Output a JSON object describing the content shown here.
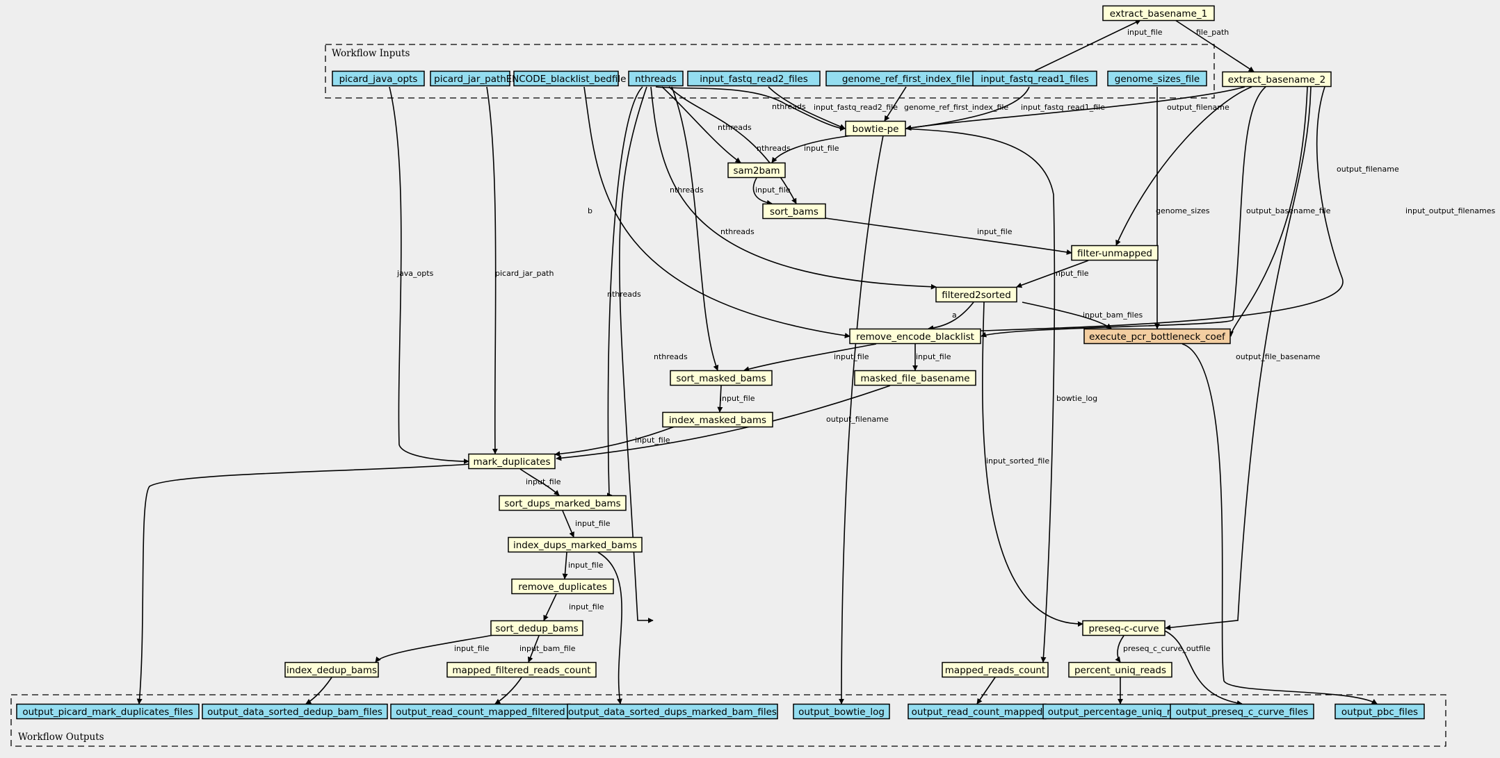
{
  "clusters": {
    "inputs": "Workflow Inputs",
    "outputs": "Workflow Outputs"
  },
  "colors": {
    "input": "#94ddf0",
    "step": "#ffffd8",
    "highlight": "#f3cea1",
    "output": "#94ddf0",
    "background": "#eeeeee"
  },
  "nodes": {
    "extract_basename_1": "extract_basename_1",
    "extract_basename_2": "extract_basename_2",
    "picard_java_opts": "picard_java_opts",
    "picard_jar_path": "picard_jar_path",
    "ENCODE_blacklist_bedfile": "ENCODE_blacklist_bedfile",
    "nthreads": "nthreads",
    "input_fastq_read2_files": "input_fastq_read2_files",
    "genome_ref_first_index_file": "genome_ref_first_index_file",
    "input_fastq_read1_files": "input_fastq_read1_files",
    "genome_sizes_file": "genome_sizes_file",
    "bowtie_pe": "bowtie-pe",
    "sam2bam": "sam2bam",
    "sort_bams": "sort_bams",
    "filter_unmapped": "filter-unmapped",
    "filtered2sorted": "filtered2sorted",
    "remove_encode_blacklist": "remove_encode_blacklist",
    "execute_pcr_bottleneck_coef": "execute_pcr_bottleneck_coef",
    "sort_masked_bams": "sort_masked_bams",
    "masked_file_basename": "masked_file_basename",
    "index_masked_bams": "index_masked_bams",
    "mark_duplicates": "mark_duplicates",
    "sort_dups_marked_bams": "sort_dups_marked_bams",
    "index_dups_marked_bams": "index_dups_marked_bams",
    "remove_duplicates": "remove_duplicates",
    "sort_dedup_bams": "sort_dedup_bams",
    "index_dedup_bams": "index_dedup_bams",
    "mapped_filtered_reads_count": "mapped_filtered_reads_count",
    "mapped_reads_count": "mapped_reads_count",
    "preseq_c_curve": "preseq-c-curve",
    "percent_uniq_reads": "percent_uniq_reads",
    "output_picard_mark_duplicates_files": "output_picard_mark_duplicates_files",
    "output_data_sorted_dedup_bam_files": "output_data_sorted_dedup_bam_files",
    "output_read_count_mapped_filtered": "output_read_count_mapped_filtered",
    "output_data_sorted_dups_marked_bam_files": "output_data_sorted_dups_marked_bam_files",
    "output_bowtie_log": "output_bowtie_log",
    "output_read_count_mapped": "output_read_count_mapped",
    "output_percentage_uniq_reads": "output_percentage_uniq_reads",
    "output_preseq_c_curve_files": "output_preseq_c_curve_files",
    "output_pbc_files": "output_pbc_files"
  },
  "edge_labels": {
    "input_file": "input_file",
    "file_path": "file_path",
    "output_filename": "output_filename",
    "nthreads": "nthreads",
    "input_fastq_read2_file": "input_fastq_read2_file",
    "genome_ref_first_index_file": "genome_ref_first_index_file",
    "input_fastq_read1_file": "input_fastq_read1_file",
    "output_basename_file": "output_basename_file",
    "input_output_filenames": "input_output_filenames",
    "genome_sizes": "genome_sizes",
    "b": "b",
    "java_opts": "java_opts",
    "picard_jar_path": "picard_jar_path",
    "a": "a",
    "input_bam_files": "input_bam_files",
    "output_file_basename": "output_file_basename",
    "bowtie_log": "bowtie_log",
    "input_sorted_file": "input_sorted_file",
    "input_bam_file": "input_bam_file",
    "preseq_c_curve_outfile": "preseq_c_curve_outfile"
  }
}
